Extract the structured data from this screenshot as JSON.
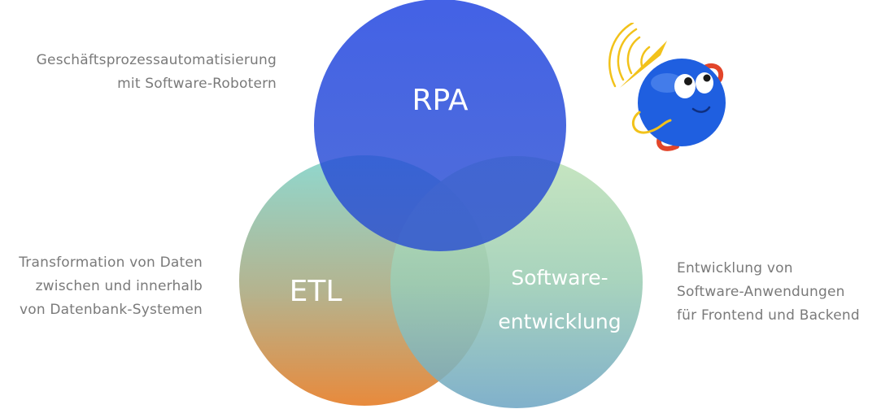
{
  "circles": {
    "rpa": {
      "label": "RPA",
      "color_top": "#1a3fe0",
      "color_bottom": "#2a4fd0"
    },
    "etl": {
      "label": "ETL",
      "color_top": "#8fd8cf",
      "color_bottom": "#e88a3c"
    },
    "software": {
      "label_line1": "Software-",
      "label_line2": "entwicklung",
      "color_top": "#bfe2b8",
      "color_bottom": "#6fa6c4"
    }
  },
  "descriptions": {
    "rpa": {
      "line1": "Geschäftsprozessautomatisierung",
      "line2": "mit Software-Robotern"
    },
    "etl": {
      "line1": "Transformation von Daten",
      "line2": "zwischen und innerhalb",
      "line3": "von Datenbank-Systemen"
    },
    "software": {
      "line1": "Entwicklung von",
      "line2": "Software-Anwendungen",
      "line3": "für Frontend und Backend"
    }
  },
  "mascot": {
    "icon": "blue-ball-mascot-icon",
    "body_color": "#1f5fe0",
    "accent_color": "#f2c21a",
    "arm_color": "#e2452a"
  }
}
